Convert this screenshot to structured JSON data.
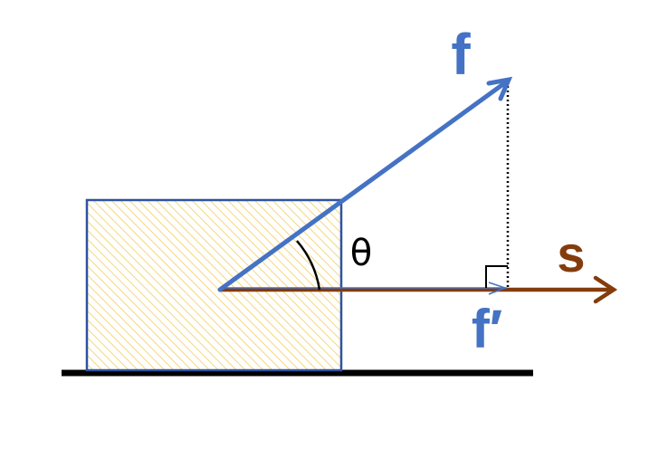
{
  "diagram": {
    "labels": {
      "force": "f",
      "angle": "θ",
      "displacement": "s",
      "projection": "f′"
    },
    "colors": {
      "force": "#4472C4",
      "displacement": "#843C0C",
      "block_border": "#2F52A0",
      "block_hatch": "#F5D77A",
      "ground": "#000000",
      "theta_text": "#000000"
    }
  }
}
